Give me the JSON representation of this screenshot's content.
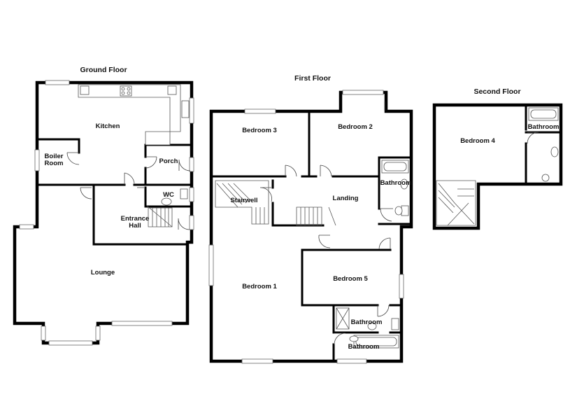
{
  "floors": {
    "ground": {
      "title": "Ground Floor",
      "rooms": {
        "kitchen": "Kitchen",
        "boiler_1": "Boiler",
        "boiler_2": "Room",
        "porch": "Porch",
        "wc": "WC",
        "entrance_1": "Entrance",
        "entrance_2": "Hall",
        "lounge": "Lounge"
      }
    },
    "first": {
      "title": "First Floor",
      "rooms": {
        "bedroom3": "Bedroom 3",
        "bedroom2": "Bedroom 2",
        "bathroom_a": "Bathroom",
        "stairwell": "Stairwell",
        "landing": "Landing",
        "bedroom1": "Bedroom 1",
        "bedroom5": "Bedroom 5",
        "bathroom_b": "Bathroom",
        "bathroom_c": "Bathroom"
      }
    },
    "second": {
      "title": "Second Floor",
      "rooms": {
        "bedroom4": "Bedroom 4",
        "bathroom": "Bathroom"
      }
    }
  },
  "colors": {
    "walls": "#000000",
    "background": "#ffffff"
  }
}
